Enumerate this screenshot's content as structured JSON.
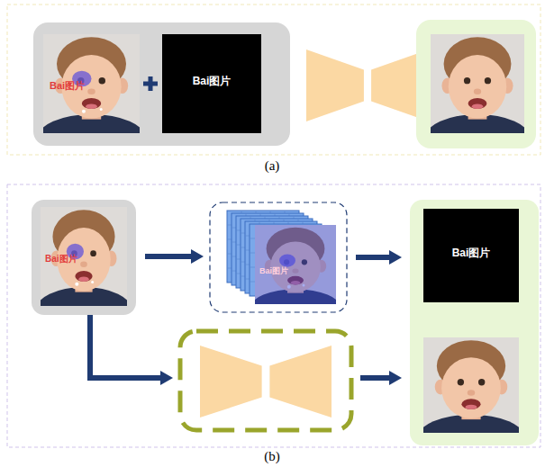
{
  "diagram": {
    "nodes": [
      {
        "text": [
          "Bai图片"
        ]
      },
      {
        "text": [
          "Bai图片"
        ]
      },
      {
        "text": [
          "Bai图片"
        ]
      },
      {
        "text": [
          "Bai图片"
        ]
      },
      {
        "text": [
          "Bai图片"
        ]
      }
    ],
    "edges": [
      {
        "from": 2,
        "to": 3,
        "arrow": "to"
      },
      {
        "from": 3,
        "to": 4,
        "arrow": "to"
      }
    ],
    "labels": [
      "(a)",
      "(b)"
    ]
  }
}
